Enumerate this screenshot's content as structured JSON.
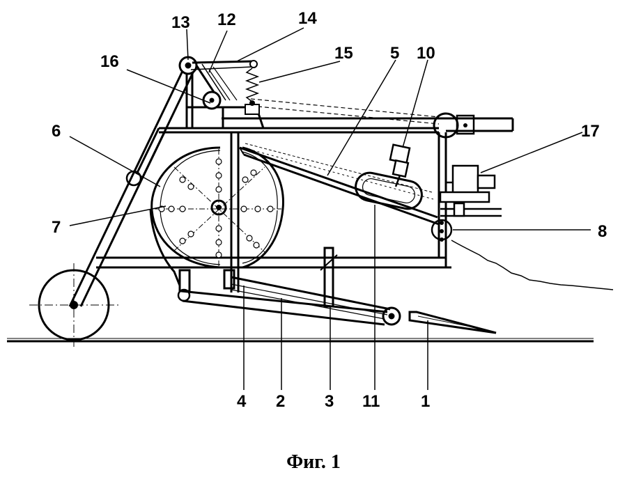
{
  "callouts": {
    "c1": "1",
    "c2": "2",
    "c3": "3",
    "c4": "4",
    "c5": "5",
    "c6": "6",
    "c7": "7",
    "c8": "8",
    "c10": "10",
    "c11": "11",
    "c12": "12",
    "c13": "13",
    "c14": "14",
    "c15": "15",
    "c16": "16",
    "c17": "17"
  },
  "caption": "Фиг. 1",
  "colors": {
    "ink": "#000000",
    "paper": "#ffffff"
  }
}
